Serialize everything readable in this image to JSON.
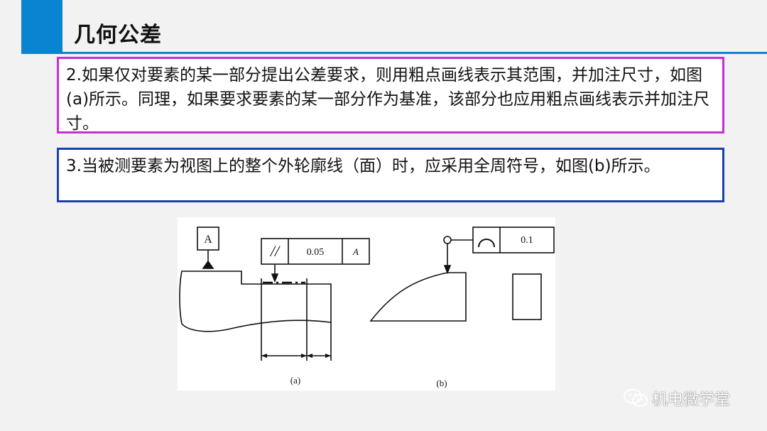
{
  "slide": {
    "title": "几何公差"
  },
  "paragraphs": [
    "2.如果仅对要素的某一部分提出公差要求，则用粗点画线表示其范围，并加注尺寸，如图(a)所示。同理，如果要求要素的某一部分作为基准，该部分也应用粗点画线表示并加注尺寸。",
    "3.当被测要素为视图上的整个外轮廓线（面）时，应采用全周符号，如图(b)所示。"
  ],
  "figure": {
    "a": {
      "datum_letter": "A",
      "tolerance_symbol": "//",
      "tolerance_value": "0.05",
      "datum_ref": "A",
      "caption": "(a)"
    },
    "b": {
      "tolerance_value": "0.1",
      "caption": "(b)"
    }
  },
  "watermark": {
    "text": "机电微学堂",
    "icon": "wechat-icon"
  },
  "colors": {
    "accent": "#0b84cf",
    "box1_border": "#c52fd6",
    "box2_border": "#1c3fae"
  }
}
